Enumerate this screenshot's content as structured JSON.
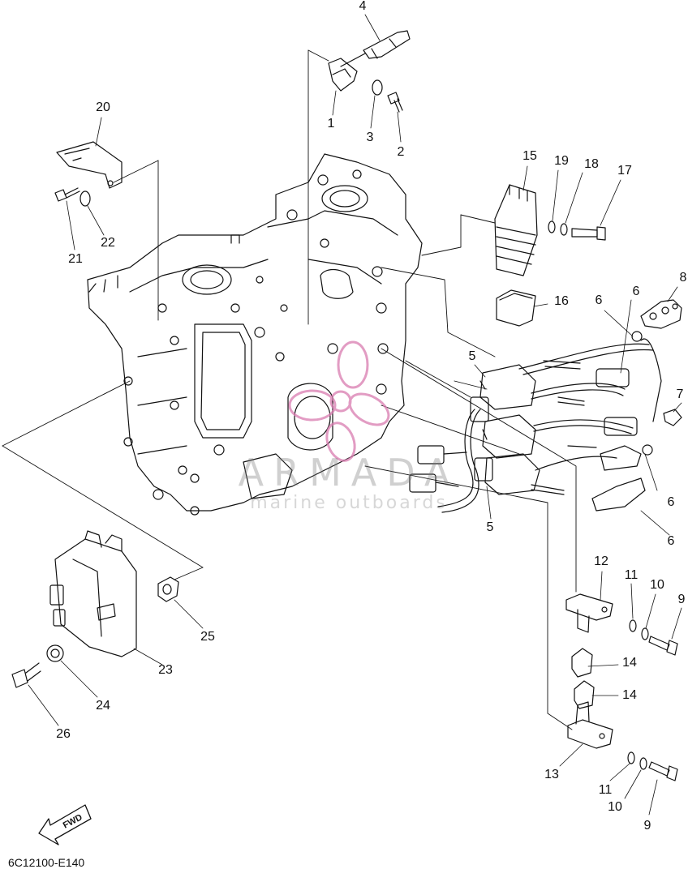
{
  "diagram": {
    "code": "6C12100-E140",
    "fwd_label": "FWD",
    "watermark": {
      "title": "ARMADA",
      "subtitle": "marine outboards",
      "color": "#d97bb0"
    },
    "callouts": [
      {
        "id": "c1",
        "text": "1"
      },
      {
        "id": "c2",
        "text": "2"
      },
      {
        "id": "c3",
        "text": "3"
      },
      {
        "id": "c4",
        "text": "4"
      },
      {
        "id": "c5a",
        "text": "5"
      },
      {
        "id": "c5b",
        "text": "5"
      },
      {
        "id": "c6a",
        "text": "6"
      },
      {
        "id": "c6b",
        "text": "6"
      },
      {
        "id": "c6c",
        "text": "6"
      },
      {
        "id": "c6d",
        "text": "6"
      },
      {
        "id": "c7",
        "text": "7"
      },
      {
        "id": "c8",
        "text": "8"
      },
      {
        "id": "c9a",
        "text": "9"
      },
      {
        "id": "c9b",
        "text": "9"
      },
      {
        "id": "c10a",
        "text": "10"
      },
      {
        "id": "c10b",
        "text": "10"
      },
      {
        "id": "c11a",
        "text": "11"
      },
      {
        "id": "c11b",
        "text": "11"
      },
      {
        "id": "c12",
        "text": "12"
      },
      {
        "id": "c13",
        "text": "13"
      },
      {
        "id": "c14a",
        "text": "14"
      },
      {
        "id": "c14b",
        "text": "14"
      },
      {
        "id": "c15",
        "text": "15"
      },
      {
        "id": "c16",
        "text": "16"
      },
      {
        "id": "c17",
        "text": "17"
      },
      {
        "id": "c18",
        "text": "18"
      },
      {
        "id": "c19",
        "text": "19"
      },
      {
        "id": "c20",
        "text": "20"
      },
      {
        "id": "c21",
        "text": "21"
      },
      {
        "id": "c22",
        "text": "22"
      },
      {
        "id": "c23",
        "text": "23"
      },
      {
        "id": "c24",
        "text": "24"
      },
      {
        "id": "c25",
        "text": "25"
      },
      {
        "id": "c26",
        "text": "26"
      }
    ]
  }
}
